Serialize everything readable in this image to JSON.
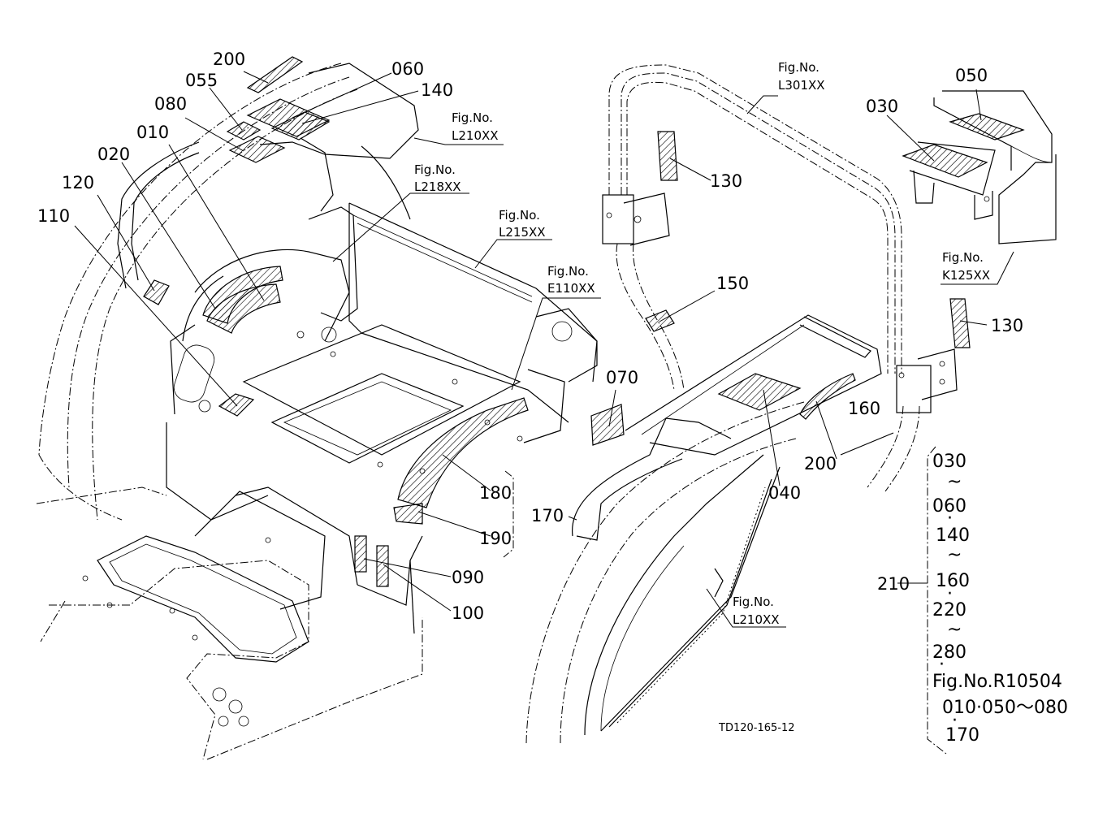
{
  "labels": {
    "p200a": "200",
    "p055": "055",
    "p060": "060",
    "p140a": "140",
    "p080": "080",
    "p010": "010",
    "p020": "020",
    "p120": "120",
    "p110": "110",
    "p180": "180",
    "p190": "190",
    "p090": "090",
    "p100": "100",
    "p070": "070",
    "p170": "170",
    "p150": "150",
    "p130a": "130",
    "p130b": "130",
    "p050": "050",
    "p030": "030",
    "p040": "040",
    "p200b": "200",
    "p160": "160",
    "p210": "210"
  },
  "fig_refs": [
    {
      "title": "Fig.No.",
      "code": "L210XX"
    },
    {
      "title": "Fig.No.",
      "code": "L218XX"
    },
    {
      "title": "Fig.No.",
      "code": "L215XX"
    },
    {
      "title": "Fig.No.",
      "code": "E110XX"
    },
    {
      "title": "Fig.No.",
      "code": "L301XX"
    },
    {
      "title": "Fig.No.",
      "code": "K125XX"
    },
    {
      "title": "Fig.No.",
      "code": "L210XX"
    }
  ],
  "group_list": {
    "items": [
      "030",
      "~",
      "060",
      "·",
      "140",
      "~",
      "160",
      "·",
      "220",
      "~",
      "280",
      "·"
    ],
    "ref_title": "Fig.No.R10504",
    "ref_line1": "010·050～080",
    "ref_dot": "·",
    "ref_line2": "170"
  },
  "drawing_code": "TD120-165-12"
}
